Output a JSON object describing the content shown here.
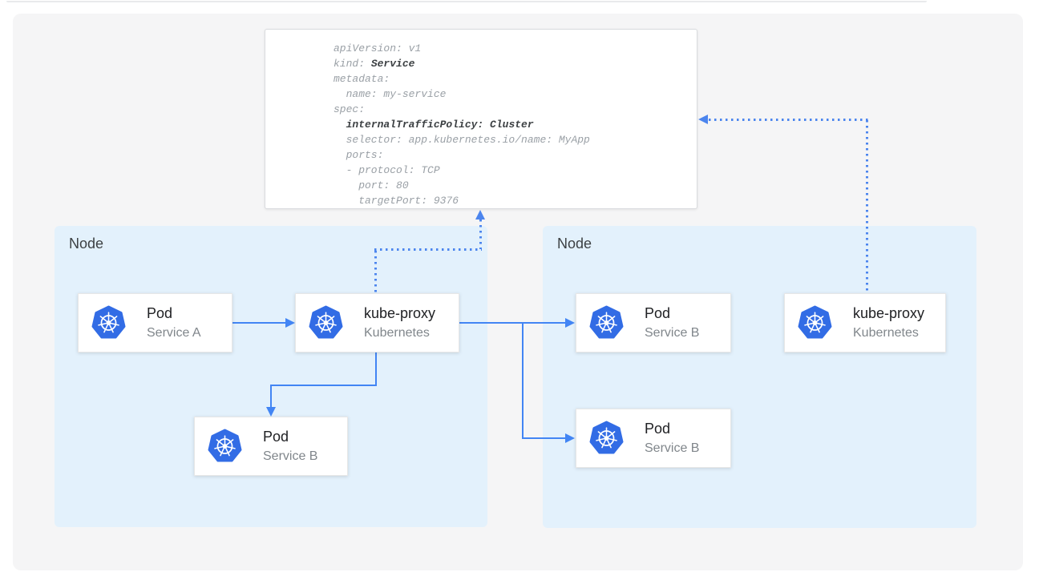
{
  "code_panel": {
    "lines": [
      [
        {
          "t": "apiVersion: v1",
          "b": false
        }
      ],
      [
        {
          "t": "kind: ",
          "b": false
        },
        {
          "t": "Service",
          "b": true
        }
      ],
      [
        {
          "t": "metadata:",
          "b": false
        }
      ],
      [
        {
          "t": "  name: my-service",
          "b": false
        }
      ],
      [
        {
          "t": "spec:",
          "b": false
        }
      ],
      [
        {
          "t": "  ",
          "b": false
        },
        {
          "t": "internalTrafficPolicy: Cluster",
          "b": true
        }
      ],
      [
        {
          "t": "  selector: app.kubernetes.io/name: MyApp",
          "b": false
        }
      ],
      [
        {
          "t": "  ports:",
          "b": false
        }
      ],
      [
        {
          "t": "  - protocol: TCP",
          "b": false
        }
      ],
      [
        {
          "t": "    port: 80",
          "b": false
        }
      ],
      [
        {
          "t": "    targetPort: 9376",
          "b": false
        }
      ]
    ]
  },
  "nodes": [
    {
      "label": "Node"
    },
    {
      "label": "Node"
    }
  ],
  "cards": [
    {
      "id": "pod-service-a",
      "title": "Pod",
      "subtitle": "Service A",
      "icon": "kubernetes-logo"
    },
    {
      "id": "kube-proxy-left",
      "title": "kube-proxy",
      "subtitle": "Kubernetes",
      "icon": "kubernetes-logo"
    },
    {
      "id": "pod-service-b-left",
      "title": "Pod",
      "subtitle": "Service B",
      "icon": "kubernetes-logo"
    },
    {
      "id": "pod-service-b-right-top",
      "title": "Pod",
      "subtitle": "Service B",
      "icon": "kubernetes-logo"
    },
    {
      "id": "pod-service-b-right-bottom",
      "title": "Pod",
      "subtitle": "Service B",
      "icon": "kubernetes-logo"
    },
    {
      "id": "kube-proxy-right",
      "title": "kube-proxy",
      "subtitle": "Kubernetes",
      "icon": "kubernetes-logo"
    }
  ],
  "colors": {
    "arrow_blue": "#4285f4",
    "dotted_blue": "#4c85ee",
    "node_fill": "#e3f1fc",
    "panel_fill": "#f5f5f6",
    "icon_blue": "#326ce5",
    "card_title": "#202124",
    "card_subtitle": "#80868b",
    "code_regular": "#9aa0a6",
    "code_bold": "#3c4043"
  }
}
